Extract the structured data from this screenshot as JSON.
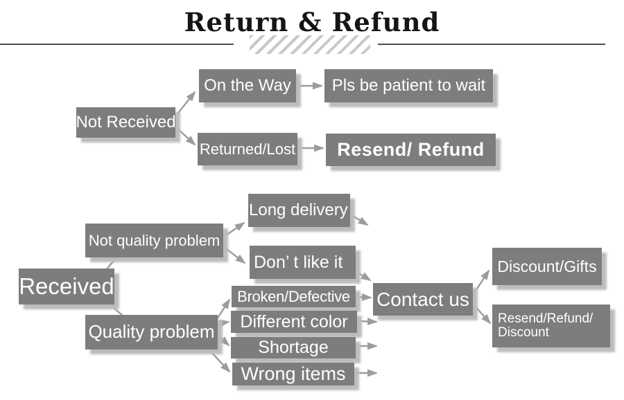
{
  "title": "Return & Refund",
  "nodes": {
    "not_received": "Not Received",
    "on_the_way": "On the Way",
    "pls_wait": "Pls be patient to wait",
    "returned_lost": "Returned/Lost",
    "resend_refund": "Resend/ Refund",
    "received": "Received",
    "not_quality_problem": "Not quality problem",
    "quality_problem": "Quality problem",
    "long_delivery": "Long delivery",
    "dont_like_it": "Don’ t like it",
    "broken_defective": "Broken/Defective",
    "different_color": "Different color",
    "shortage": "Shortage",
    "wrong_items": "Wrong items",
    "contact_us": "Contact us",
    "discount_gifts": "Discount/Gifts",
    "resend_refund_discount_line1": "Resend/Refund/",
    "resend_refund_discount_line2": "Discount"
  },
  "edges": [
    {
      "from": "Not Received",
      "to": "On the Way"
    },
    {
      "from": "Not Received",
      "to": "Returned/Lost"
    },
    {
      "from": "On the Way",
      "to": "Pls be patient to wait"
    },
    {
      "from": "Returned/Lost",
      "to": "Resend/ Refund"
    },
    {
      "from": "Received",
      "to": "Not quality problem"
    },
    {
      "from": "Received",
      "to": "Quality problem"
    },
    {
      "from": "Not quality problem",
      "to": "Long delivery"
    },
    {
      "from": "Not quality problem",
      "to": "Don’ t like it"
    },
    {
      "from": "Long delivery",
      "to": ""
    },
    {
      "from": "Don’ t like it",
      "to": "Contact us"
    },
    {
      "from": "Quality problem",
      "to": "Broken/Defective"
    },
    {
      "from": "Quality problem",
      "to": "Different color"
    },
    {
      "from": "Quality problem",
      "to": "Shortage"
    },
    {
      "from": "Quality problem",
      "to": "Wrong items"
    },
    {
      "from": "Broken/Defective",
      "to": "Contact us"
    },
    {
      "from": "Different color",
      "to": "Contact us"
    },
    {
      "from": "Shortage",
      "to": "Contact us"
    },
    {
      "from": "Wrong items",
      "to": "Contact us"
    },
    {
      "from": "Contact us",
      "to": "Discount/Gifts"
    },
    {
      "from": "Contact us",
      "to": "Resend/Refund/Discount"
    }
  ],
  "colors": {
    "box_bg": "#7d7d7d",
    "box_text": "#ffffff",
    "box_shadow": "#bcbcbc",
    "arrow": "#9c9c9c",
    "divider": "#4d4d4d",
    "hatch": "#c8c8c8",
    "title_text": "#151515",
    "background": "#ffffff"
  }
}
